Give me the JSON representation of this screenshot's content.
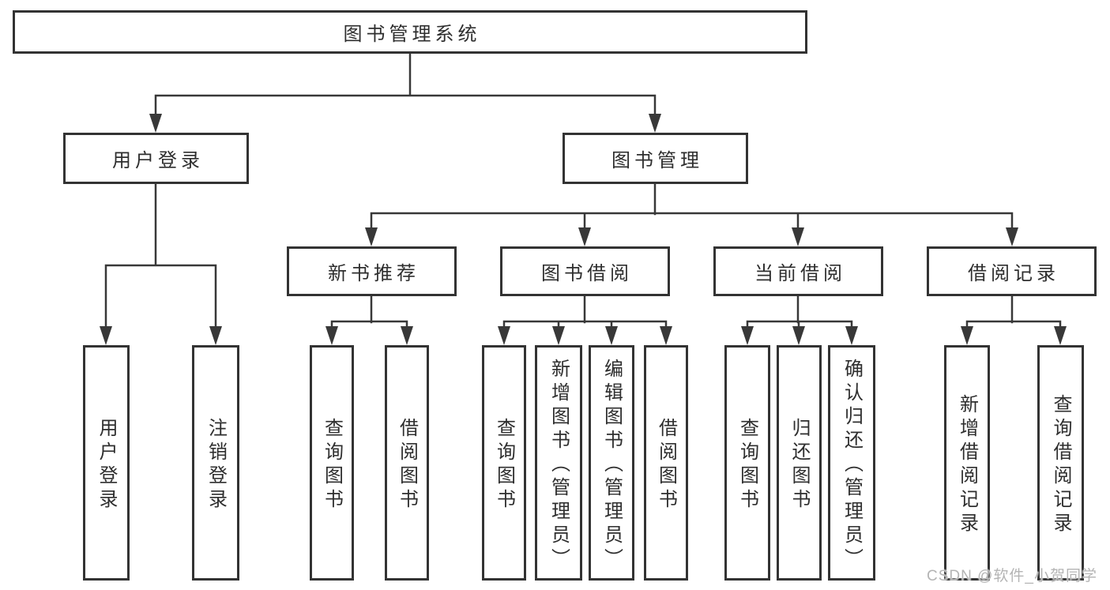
{
  "tree": {
    "root": {
      "label": "图书管理系统"
    },
    "branches": [
      {
        "label": "用户登录",
        "children": [
          {
            "label": "用户登录"
          },
          {
            "label": "注销登录"
          }
        ]
      },
      {
        "label": "图书管理",
        "children": [
          {
            "label": "新书推荐",
            "children": [
              {
                "label": "查询图书"
              },
              {
                "label": "借阅图书"
              }
            ]
          },
          {
            "label": "图书借阅",
            "children": [
              {
                "label": "查询图书"
              },
              {
                "label": "新增图书（管理员）"
              },
              {
                "label": "编辑图书（管理员）"
              },
              {
                "label": "借阅图书"
              }
            ]
          },
          {
            "label": "当前借阅",
            "children": [
              {
                "label": "查询图书"
              },
              {
                "label": "归还图书"
              },
              {
                "label": "确认归还（管理员）"
              }
            ]
          },
          {
            "label": "借阅记录",
            "children": [
              {
                "label": "新增借阅记录"
              },
              {
                "label": "查询借阅记录"
              }
            ]
          }
        ]
      }
    ]
  },
  "watermark": {
    "text": "CSDN @软件_小贺同学"
  },
  "colors": {
    "line": "#383838",
    "box_border": "#333333",
    "text": "#2e2e2e",
    "watermark": "#b4b4b4",
    "background": "#ffffff"
  }
}
